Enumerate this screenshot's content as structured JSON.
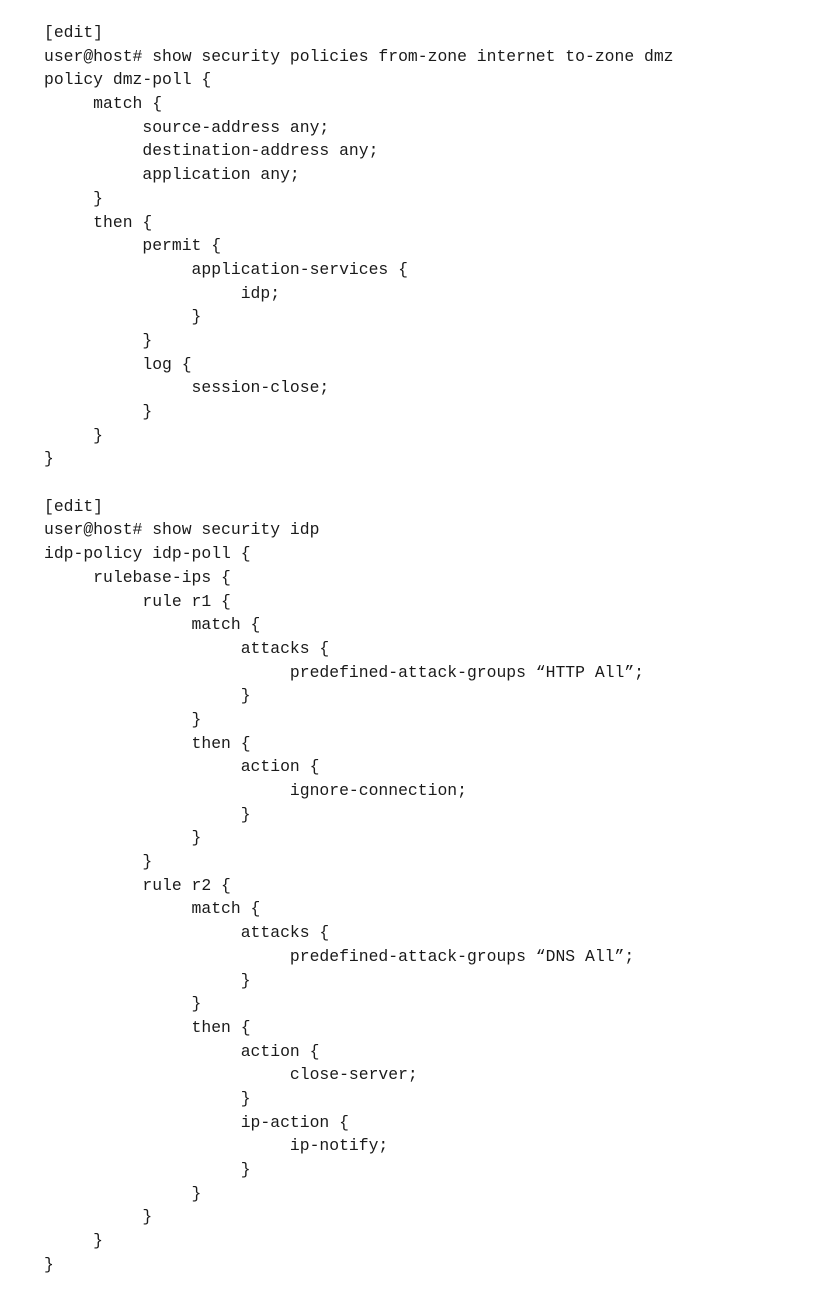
{
  "terminal": {
    "blocks": [
      {
        "lines": [
          "[edit]",
          "user@host# show security policies from-zone internet to-zone dmz",
          "policy dmz-poll {",
          "     match {",
          "          source-address any;",
          "          destination-address any;",
          "          application any;",
          "     }",
          "     then {",
          "          permit {",
          "               application-services {",
          "                    idp;",
          "               }",
          "          }",
          "          log {",
          "               session-close;",
          "          }",
          "     }",
          "}"
        ]
      },
      {
        "lines": [
          "[edit]",
          "user@host# show security idp",
          "idp-policy idp-poll {",
          "     rulebase-ips {",
          "          rule r1 {",
          "               match {",
          "                    attacks {",
          "                         predefined-attack-groups “HTTP All”;",
          "                    }",
          "               }",
          "               then {",
          "                    action {",
          "                         ignore-connection;",
          "                    }",
          "               }",
          "          }",
          "          rule r2 {",
          "               match {",
          "                    attacks {",
          "                         predefined-attack-groups “DNS All”;",
          "                    }",
          "               }",
          "               then {",
          "                    action {",
          "                         close-server;",
          "                    }",
          "                    ip-action {",
          "                         ip-notify;",
          "                    }",
          "               }",
          "          }",
          "     }",
          "}"
        ]
      }
    ]
  }
}
